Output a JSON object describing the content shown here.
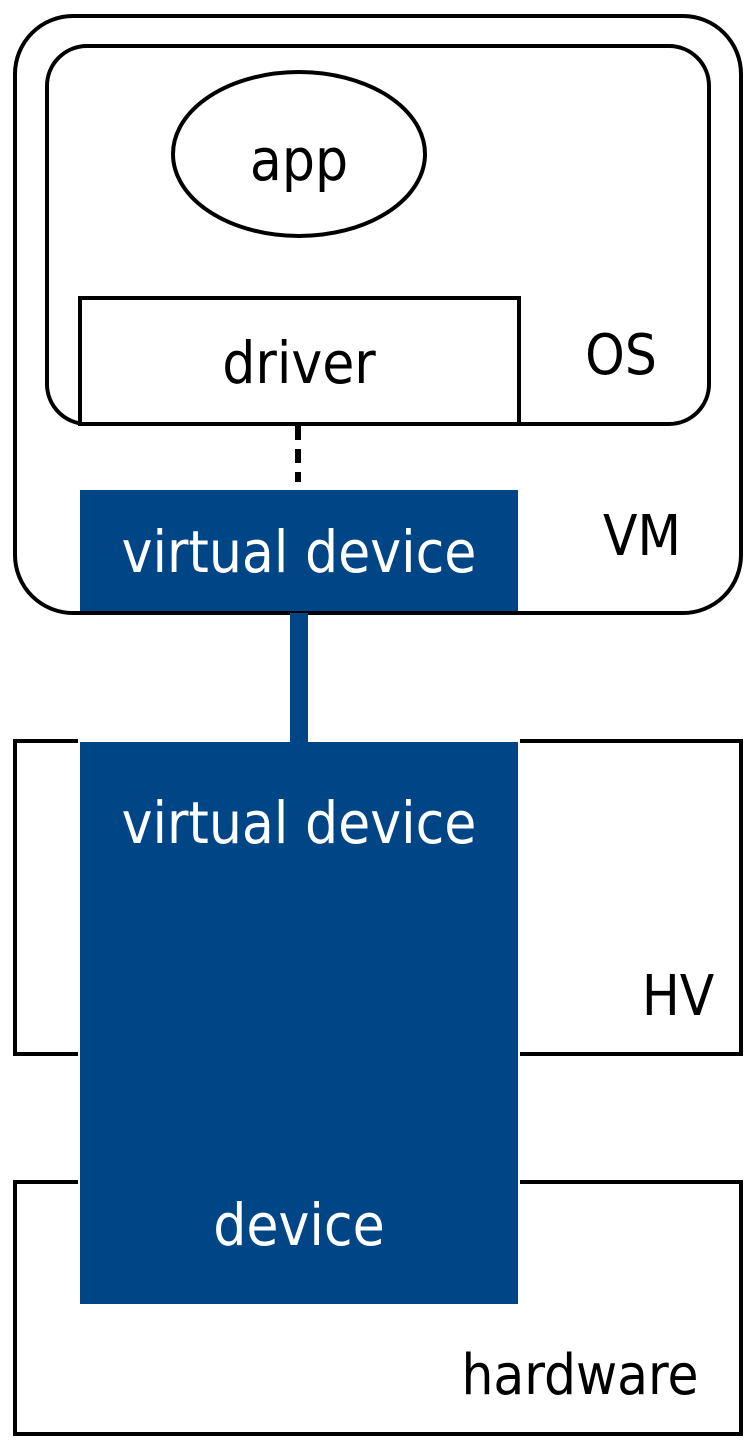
{
  "labels": {
    "app": "app",
    "driver": "driver",
    "os": "OS",
    "vm": "VM",
    "vm_virtual_device": "virtual device",
    "hv_virtual_device": "virtual device",
    "hv": "HV",
    "device": "device",
    "hardware": "hardware"
  },
  "colors": {
    "device_fill": "#004586",
    "outline": "#000000",
    "device_text": "#ffffff",
    "label_text": "#000000"
  }
}
